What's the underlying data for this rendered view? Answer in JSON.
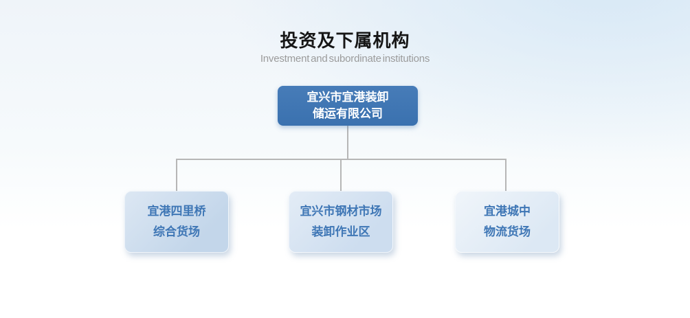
{
  "header": {
    "title": "投资及下属机构",
    "subtitle": "Investment and subordinate institutions"
  },
  "org_chart": {
    "type": "org-tree",
    "root": {
      "line1": "宜兴市宜港装卸",
      "line2": "储运有限公司"
    },
    "children": [
      {
        "line1": "宜港四里桥",
        "line2": "综合货场"
      },
      {
        "line1": "宜兴市钢材市场",
        "line2": "装卸作业区"
      },
      {
        "line1": "宜港城中",
        "line2": "物流货场"
      }
    ]
  },
  "colors": {
    "root_box_bg": "#3b73b1",
    "root_box_text": "#ffffff",
    "child_box_bg_1": "#c7d9ec",
    "child_box_bg_2": "#d0e0f0",
    "child_box_bg_3": "#dfeaf5",
    "child_box_text": "#3e76b5",
    "connector_line": "#b6b6b6",
    "title_text": "#161616",
    "subtitle_text": "#9b9b9b",
    "background_top": "#e3eef7",
    "background_bottom": "#ffffff"
  }
}
